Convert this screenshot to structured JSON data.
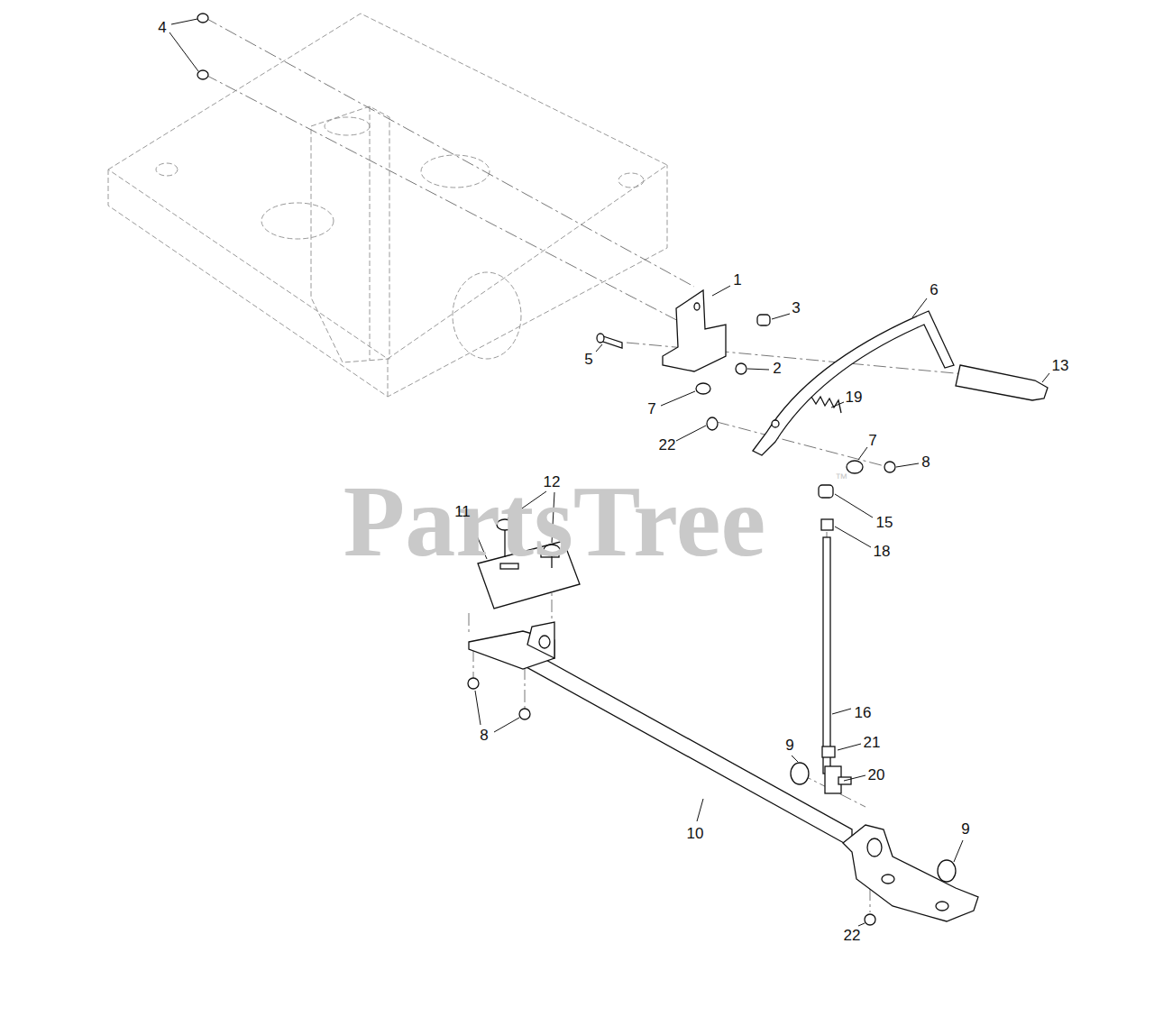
{
  "diagram": {
    "labels": [
      "4",
      "1",
      "3",
      "6",
      "5",
      "2",
      "13",
      "7",
      "19",
      "22",
      "7",
      "8",
      "PartsTree",
      "™",
      "15",
      "12",
      "11",
      "18",
      "16",
      "9",
      "21",
      "20",
      "8",
      "10",
      "9",
      "22"
    ]
  }
}
